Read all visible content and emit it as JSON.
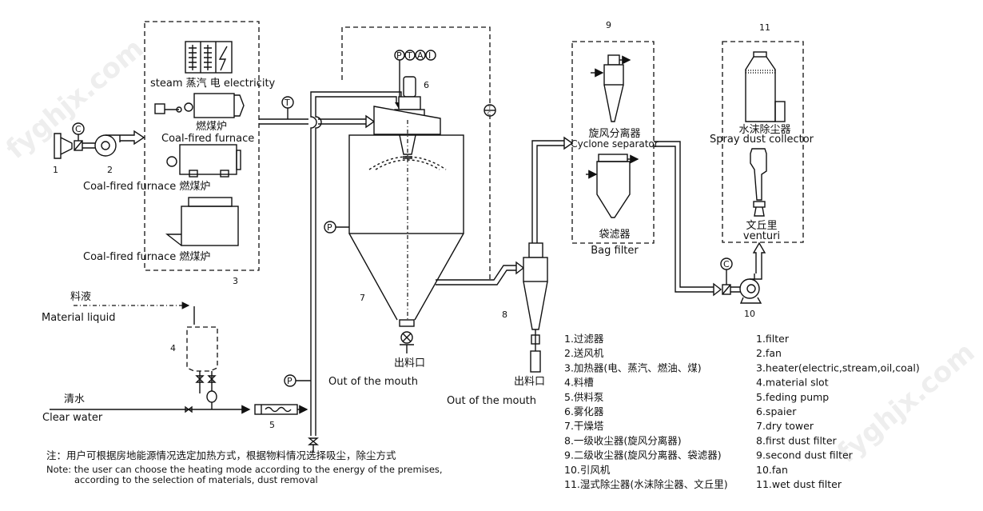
{
  "numbers": {
    "n1": "1",
    "n2": "2",
    "n3": "3",
    "n4": "4",
    "n5": "5",
    "n6": "6",
    "n7": "7",
    "n8": "8",
    "n9": "9",
    "n10": "10",
    "n11": "11"
  },
  "instruments": {
    "c1": "C",
    "t1": "T",
    "p_tower": "P",
    "p_pipe": "P",
    "ptai": [
      "P",
      "T",
      "A",
      "I"
    ],
    "tc": "T",
    "tc_sub": "C",
    "c10": "C"
  },
  "heater": {
    "steam_electric": "steam 蒸汽  电 electricity",
    "furnace1_cn": "燃煤炉",
    "furnace1_en": "Coal-fired furnace",
    "furnace2": "Coal-fired furnace 燃煤炉",
    "furnace3": "Coal-fired furnace 燃煤炉"
  },
  "feed": {
    "material_cn": "料液",
    "material_en": "Material liquid",
    "water_cn": "清水",
    "water_en": "Clear water"
  },
  "outlets": {
    "tower_cn": "出料口",
    "tower_en": "Out of the mouth",
    "cyclone_cn": "出料口",
    "cyclone_en": "Out of the mouth"
  },
  "secondary": {
    "cyclone_cn": "旋风分离器",
    "cyclone_en": "Cyclone separator",
    "bag_cn": "袋滤器",
    "bag_en": "Bag filter"
  },
  "wet": {
    "spray_cn": "水沫除尘器",
    "spray_en": "Spray dust collector",
    "venturi_cn": "文丘里",
    "venturi_en": "venturi"
  },
  "legend_cn": [
    "1.过滤器",
    "2.送风机",
    "3.加热器(电、蒸汽、燃油、煤)",
    "4.料槽",
    "5.供料泵",
    "6.雾化器",
    "7.干燥塔",
    "8.一级收尘器(旋风分离器)",
    "9.二级收尘器(旋风分离器、袋滤器)",
    "10.引风机",
    "11.湿式除尘器(水沫除尘器、文丘里)"
  ],
  "legend_en": [
    "1.filter",
    "2.fan",
    "3.heater(electric,stream,oil,coal)",
    "4.material slot",
    "5.feding pump",
    "6.spaier",
    "7.dry tower",
    "8.first dust filter",
    "9.second dust filter",
    "10.fan",
    "11.wet dust filter"
  ],
  "note": {
    "cn": "注：用户可根据房地能源情况选定加热方式，根据物料情况选择吸尘，除尘方式",
    "en1": "Note: the user can choose the heating mode according to the energy of the premises,",
    "en2": "according to the selection of materials, dust removal"
  },
  "watermark": "fyghjx.com"
}
